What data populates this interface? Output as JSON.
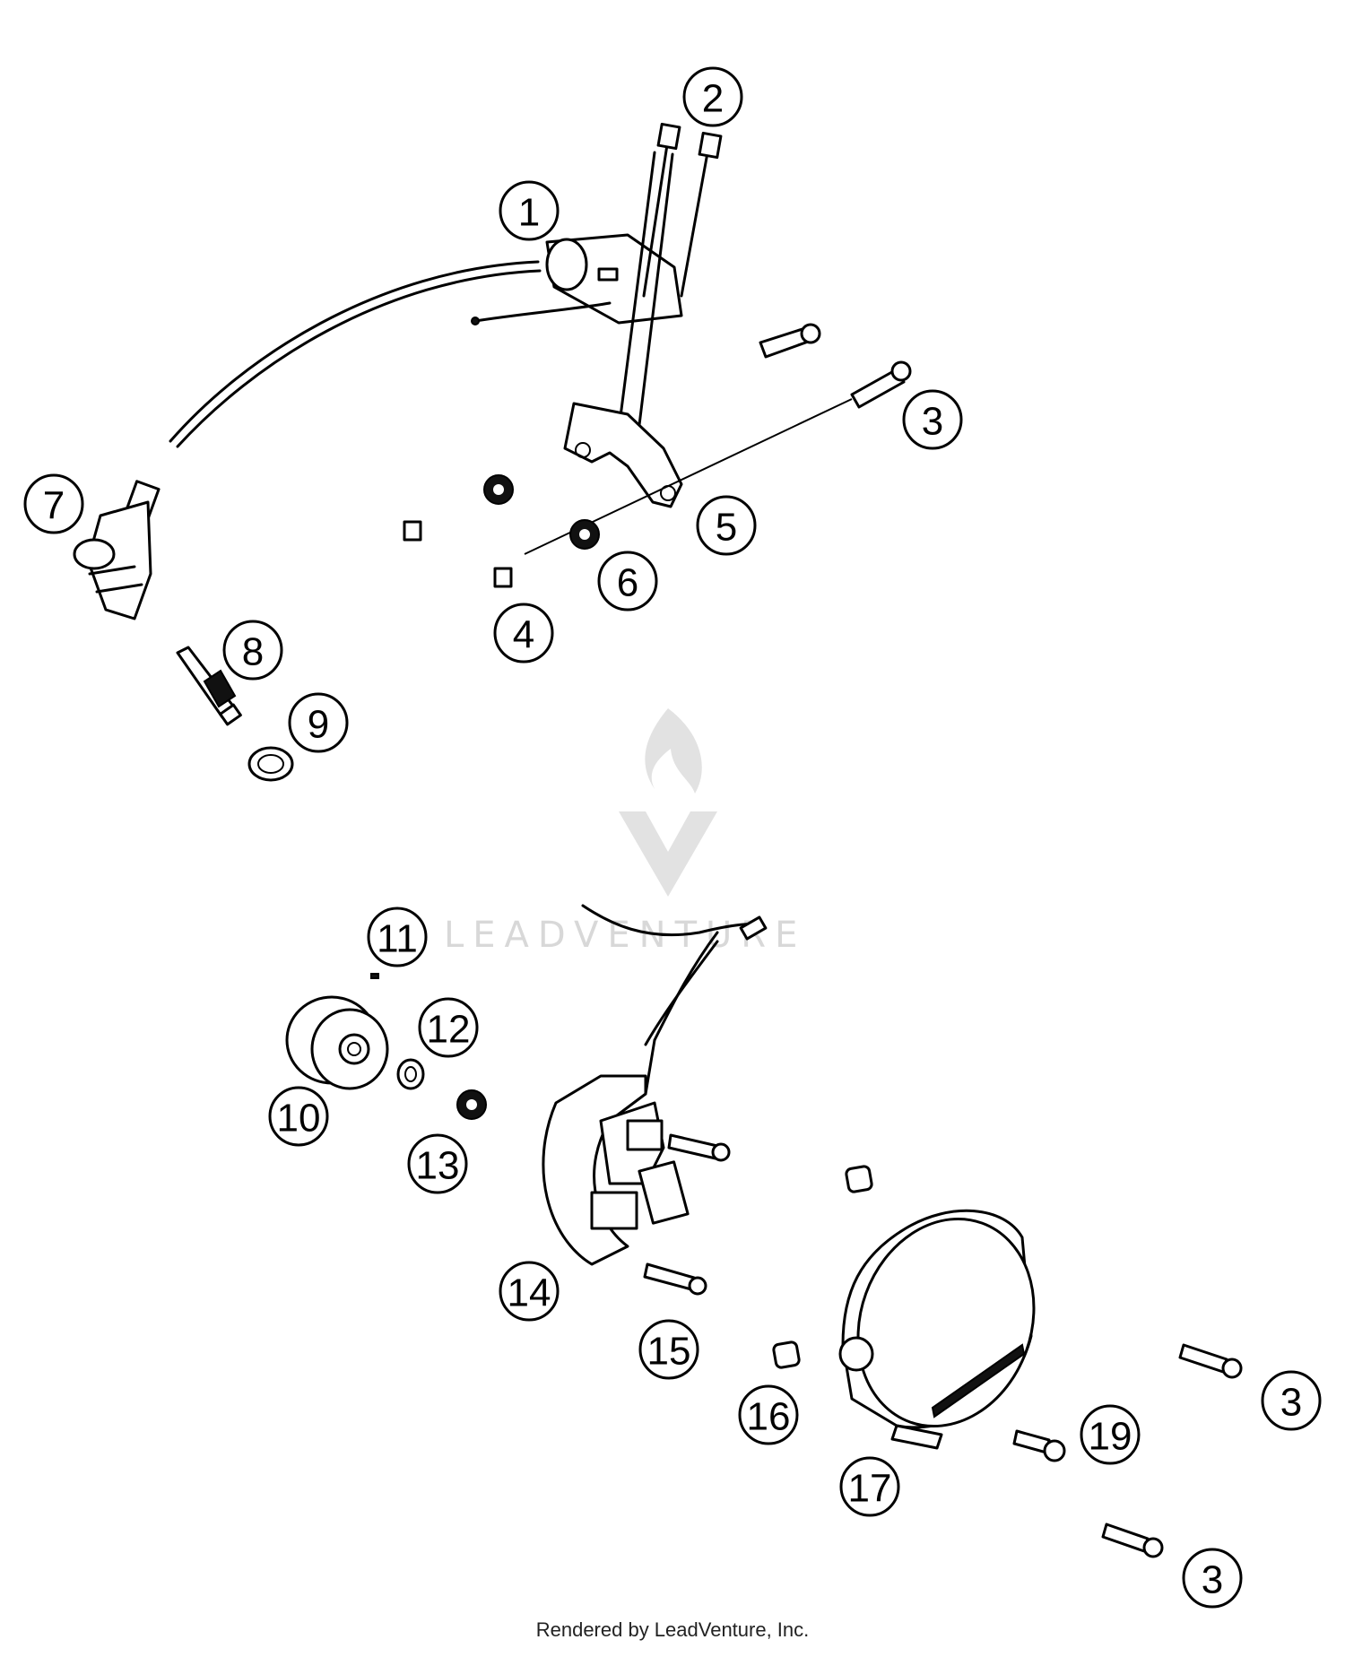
{
  "callouts": [
    {
      "num": "1"
    },
    {
      "num": "2"
    },
    {
      "num": "3"
    },
    {
      "num": "3"
    },
    {
      "num": "3"
    },
    {
      "num": "4"
    },
    {
      "num": "5"
    },
    {
      "num": "6"
    },
    {
      "num": "7"
    },
    {
      "num": "8"
    },
    {
      "num": "9"
    },
    {
      "num": "10"
    },
    {
      "num": "11"
    },
    {
      "num": "12"
    },
    {
      "num": "13"
    },
    {
      "num": "14"
    },
    {
      "num": "15"
    },
    {
      "num": "16"
    },
    {
      "num": "17"
    },
    {
      "num": "19"
    }
  ],
  "watermark": {
    "text": "LEADVENTURE"
  },
  "footer": {
    "credit": "Rendered by LeadVenture, Inc."
  }
}
